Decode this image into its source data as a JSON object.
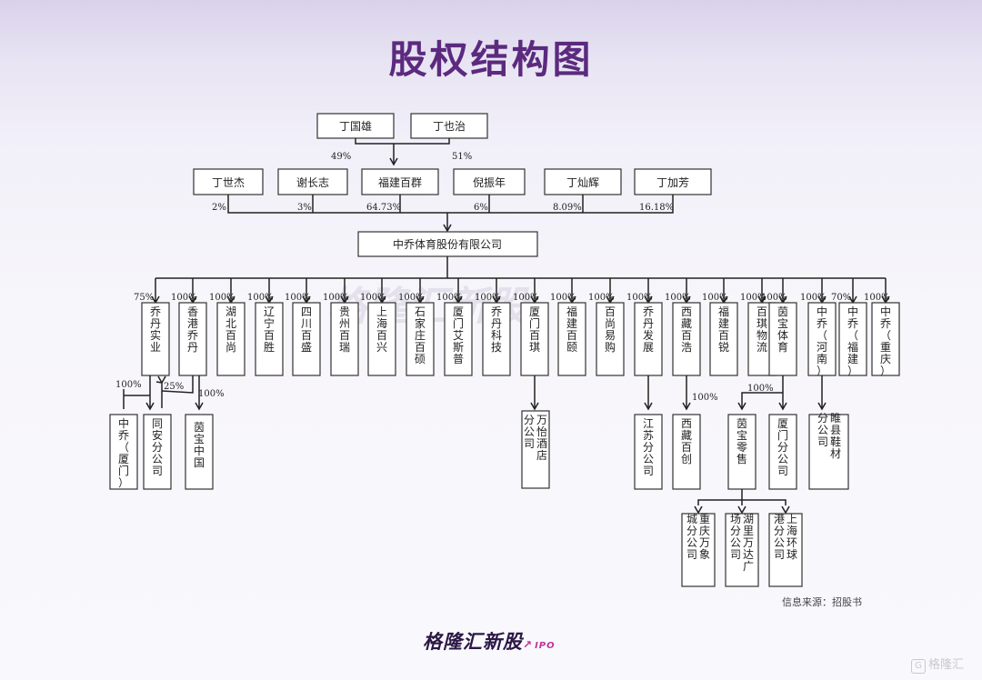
{
  "title": "股权结构图",
  "watermark": "格隆汇新股",
  "source_note": "信息来源：招股书",
  "footer": {
    "logo_text": "格隆汇新股",
    "logo_suffix": "IPO",
    "corner_text": "格隆汇"
  },
  "top_holders": [
    {
      "name": "丁国雄",
      "pct": "49%"
    },
    {
      "name": "丁也治",
      "pct": "51%"
    }
  ],
  "shareholders": [
    {
      "name": "丁世杰",
      "pct": "2%"
    },
    {
      "name": "谢长志",
      "pct": "3%"
    },
    {
      "name": "福建百群",
      "pct": "64.73%"
    },
    {
      "name": "倪振年",
      "pct": "6%"
    },
    {
      "name": "丁灿辉",
      "pct": "8.09%"
    },
    {
      "name": "丁加芳",
      "pct": "16.18%"
    }
  ],
  "company": "中乔体育股份有限公司",
  "subsidiaries": [
    {
      "name": "乔丹实业",
      "pct": "75%"
    },
    {
      "name": "香港乔丹",
      "pct": "100%"
    },
    {
      "name": "湖北百尚",
      "pct": "100%"
    },
    {
      "name": "辽宁百胜",
      "pct": "100%"
    },
    {
      "name": "四川百盛",
      "pct": "100%"
    },
    {
      "name": "贵州百瑞",
      "pct": "100%"
    },
    {
      "name": "上海百兴",
      "pct": "100%"
    },
    {
      "name": "石家庄百硕",
      "pct": "100%"
    },
    {
      "name": "厦门艾斯普",
      "pct": "100%"
    },
    {
      "name": "乔丹科技",
      "pct": "100%"
    },
    {
      "name": "厦门百琪",
      "pct": "100%"
    },
    {
      "name": "福建百颐",
      "pct": "100%"
    },
    {
      "name": "百尚易购",
      "pct": "100%"
    },
    {
      "name": "乔丹发展",
      "pct": "100%"
    },
    {
      "name": "西藏百浩",
      "pct": "100%"
    },
    {
      "name": "福建百锐",
      "pct": "100%"
    },
    {
      "name": "百琪物流",
      "pct": "100%"
    },
    {
      "name": "茵宝体育",
      "pct": "100%"
    },
    {
      "name": "中乔（河南）",
      "pct": "100%"
    },
    {
      "name": "中乔（福建）",
      "pct": "70%"
    },
    {
      "name": "中乔（重庆）",
      "pct": "100%"
    }
  ],
  "level4": {
    "zhongqiao_xiamen": {
      "name": "中乔（厦门）",
      "pct": "100%"
    },
    "tongan": {
      "name": "同安分公司",
      "pct": "25%"
    },
    "umbro_china": {
      "name": "茵宝中国",
      "pct": "100%"
    },
    "wanyi": {
      "name": "万怡酒店分公司"
    },
    "jiangsu": {
      "name": "江苏分公司"
    },
    "xizang_baichuang": {
      "name": "西藏百创",
      "pct": "100%"
    },
    "umbro_retail": {
      "name": "茵宝零售",
      "pct": "100%"
    },
    "xiamen_branch": {
      "name": "厦门分公司"
    },
    "suixian": {
      "name": "睢县鞋材分公司"
    }
  },
  "level5": [
    {
      "name": "重庆万象城分公司"
    },
    {
      "name": "湖里万达广场分公司"
    },
    {
      "name": "上海环球港分公司"
    }
  ]
}
